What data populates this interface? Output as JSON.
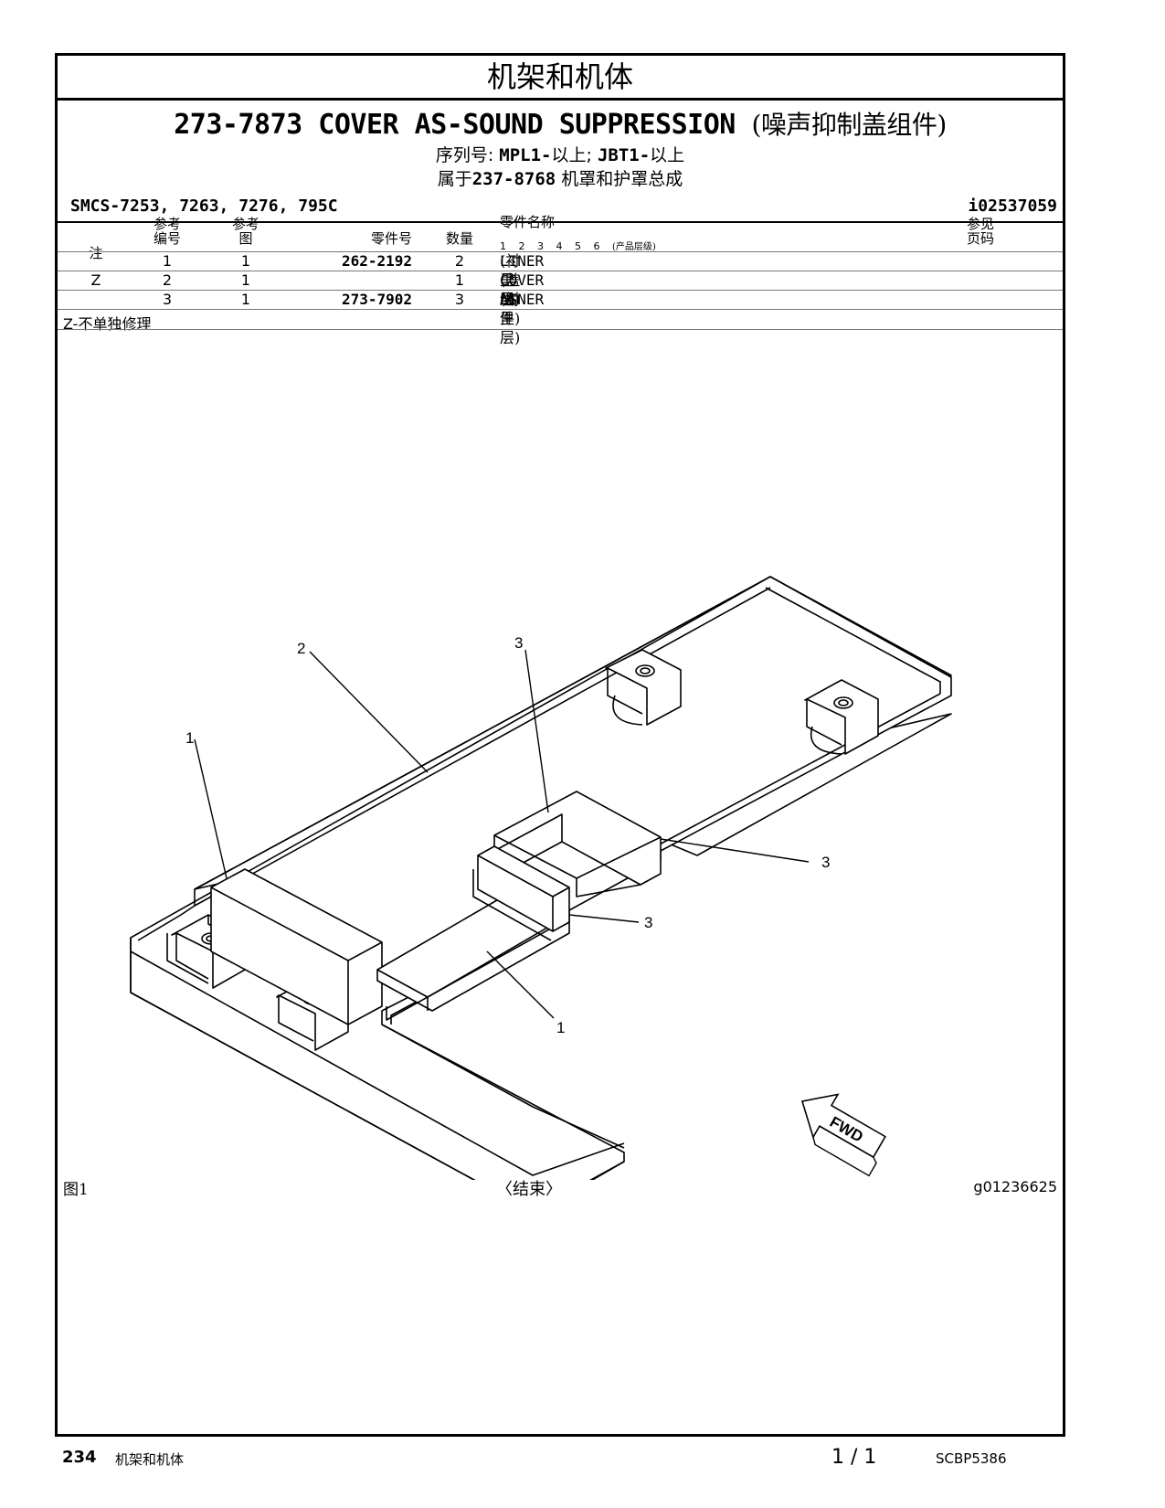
{
  "section_title": "机架和机体",
  "title": {
    "part_number": "273-7873",
    "name": "COVER AS-SOUND SUPPRESSION",
    "name_cn": "(噪声抑制盖组件)"
  },
  "serial": {
    "label": "序列号:",
    "s1": "MPL1-",
    "s1_suffix": "以上;",
    "s2": "JBT1-",
    "s2_suffix": "以上"
  },
  "belongs": {
    "prefix": "属于",
    "part_number": "237-8768",
    "desc": "机罩和护罩总成"
  },
  "smcs": "SMCS-7253, 7263, 7276, 795C",
  "illustration_id": "i02537059",
  "table_headers": {
    "note": "注",
    "ref_line1": "参考",
    "ref_line2": "编号",
    "fig_line1": "参考",
    "fig_line2": "图",
    "part_number": "零件号",
    "qty": "数量",
    "part_name": "零件名称",
    "levels": "1 2 3 4 5 6",
    "levels_note": "(产品层级)",
    "page_line1": "参见",
    "page_line2": "页码"
  },
  "parts": [
    {
      "note": "",
      "ref": "1",
      "fig": "1",
      "part_number": "262-2192",
      "qty": "2",
      "name": "LINER",
      "name_cn": "(衬里层)"
    },
    {
      "note": "Z",
      "ref": "2",
      "fig": "1",
      "part_number": "",
      "qty": "1",
      "name": "COVER AS",
      "name_cn": "(盖组件)"
    },
    {
      "note": "",
      "ref": "3",
      "fig": "1",
      "part_number": "273-7902",
      "qty": "3",
      "name": "LINER",
      "name_cn": "(衬里层)"
    }
  ],
  "footnote": "Z-不单独修理",
  "callouts": [
    "2",
    "3",
    "1",
    "3",
    "3",
    "1"
  ],
  "fwd_label": "FWD",
  "figure_label": "图1",
  "end_label": "〈结束〉",
  "graphic_id": "g01236625",
  "footer": {
    "page_number": "234",
    "section": "机架和机体",
    "page_count": "1 / 1",
    "doc_number": "SCBP5386"
  }
}
